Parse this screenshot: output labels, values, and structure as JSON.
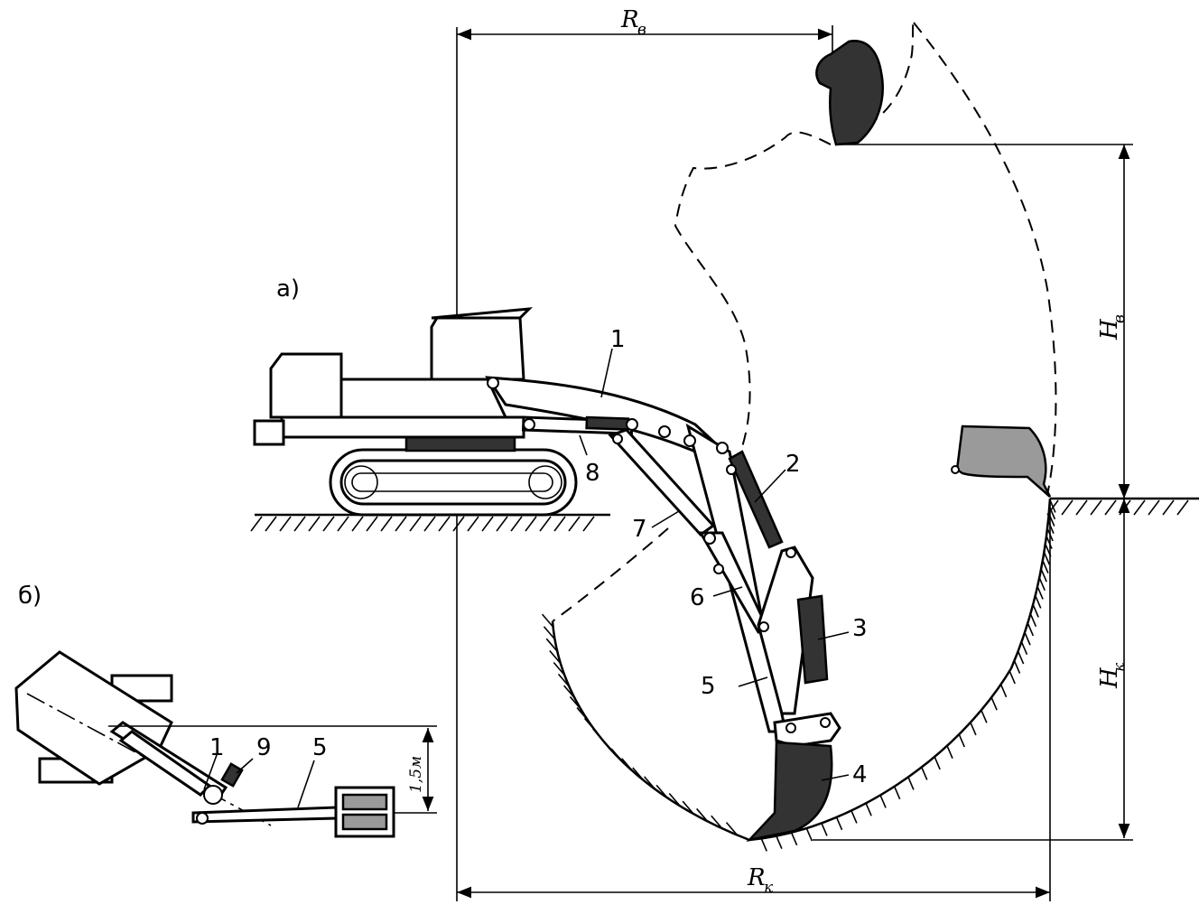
{
  "panels": {
    "a": {
      "label": "а)"
    },
    "b": {
      "label": "б)"
    }
  },
  "dimensions": {
    "R_b": {
      "main": "R",
      "sub": "в"
    },
    "R_k": {
      "main": "R",
      "sub": "к"
    },
    "H_b": {
      "main": "H",
      "sub": "в"
    },
    "H_k": {
      "main": "H",
      "sub": "к"
    },
    "depth_b": "1,5м"
  },
  "callouts_a": [
    "1",
    "2",
    "3",
    "4",
    "5",
    "6",
    "7",
    "8"
  ],
  "callouts_b": [
    "1",
    "9",
    "5"
  ]
}
